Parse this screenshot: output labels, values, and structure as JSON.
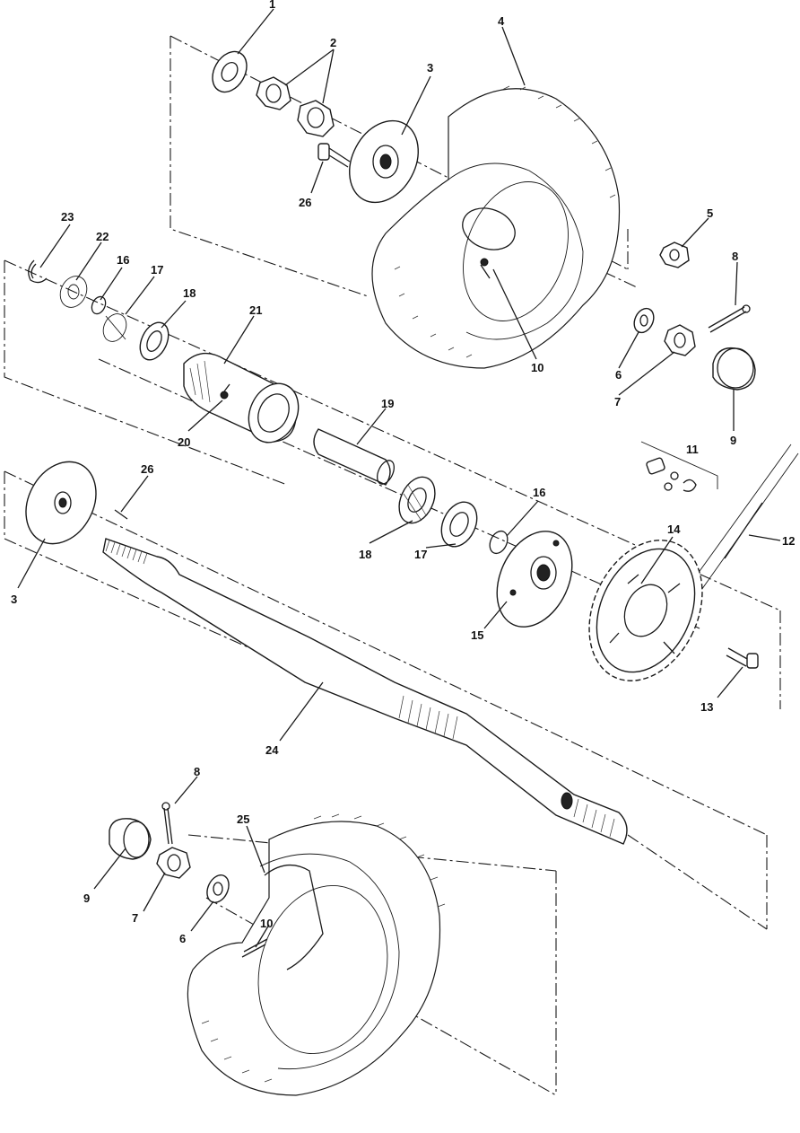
{
  "callouts": {
    "c1": "1",
    "c2": "2",
    "c3a": "3",
    "c4": "4",
    "c26a": "26",
    "c23": "23",
    "c22": "22",
    "c16a": "16",
    "c17a": "17",
    "c18a": "18",
    "c21": "21",
    "c5": "5",
    "c8a": "8",
    "c6a": "6",
    "c7a": "7",
    "c10a": "10",
    "c9a": "9",
    "c20": "20",
    "c19": "19",
    "c11": "11",
    "c26b": "26",
    "c3b": "3",
    "c18b": "18",
    "c17b": "17",
    "c16b": "16",
    "c14": "14",
    "c12": "12",
    "c15": "15",
    "c13": "13",
    "c24": "24",
    "c8b": "8",
    "c25": "25",
    "c9b": "9",
    "c7b": "7",
    "c6b": "6",
    "c10b": "10"
  }
}
